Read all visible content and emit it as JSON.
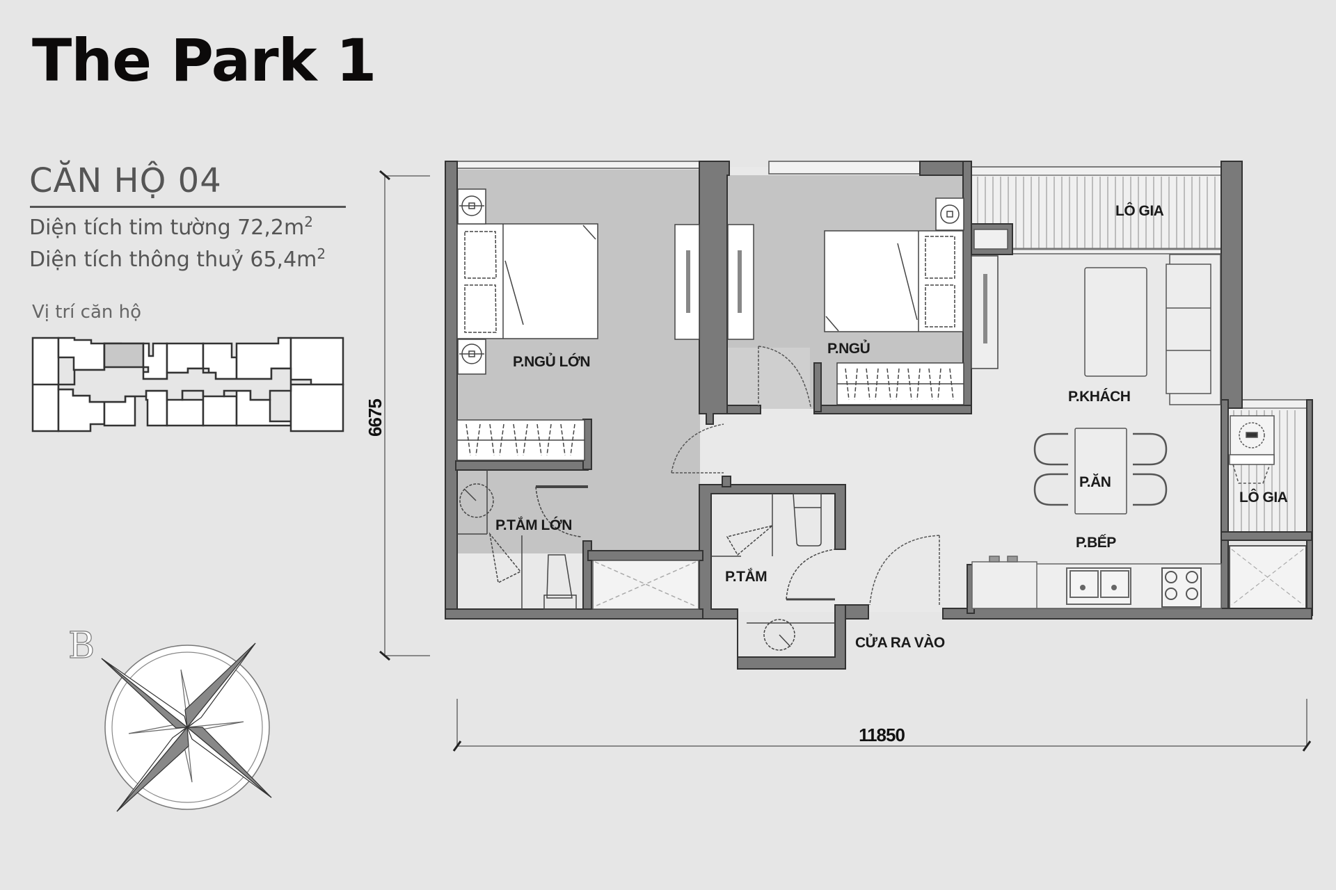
{
  "header": {
    "title": "The Park 1"
  },
  "unit": {
    "name": "CĂN HỘ 04",
    "area_center_wall_label": "Diện tích tim tường 72,2m",
    "area_center_wall_value": "72,2",
    "area_clear_label": "Diện tích thông thuỷ 65,4m",
    "area_clear_value": "65,4",
    "area_unit_sup": "2",
    "location_label": "Vị trí căn hộ"
  },
  "key_plan": {
    "highlighted_unit": "04",
    "highlight_color": "#c8c8c8"
  },
  "compass": {
    "north_label": "B"
  },
  "dimensions": {
    "height": "6675",
    "width": "11850"
  },
  "rooms": {
    "master_bedroom": "P.NGỦ LỚN",
    "bedroom": "P.NGỦ",
    "loggia_top": "LÔ GIA",
    "living_room": "P.KHÁCH",
    "dining_room": "P.ĂN",
    "kitchen": "P.BẾP",
    "loggia_right": "LÔ GIA",
    "master_bath": "P.TẮM LỚN",
    "bath": "P.TẮM",
    "entrance": "CỬA RA VÀO"
  },
  "colors": {
    "background": "#e6e6e6",
    "wall": "#7a7a7a",
    "wall_outline": "#333333",
    "bedroom_floor": "#c4c4c4",
    "text_dark": "#111111",
    "text_grey": "#555555"
  }
}
